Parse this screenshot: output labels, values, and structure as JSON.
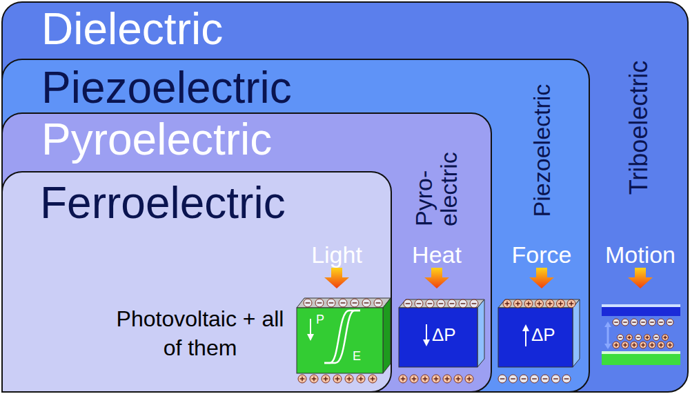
{
  "diagram": {
    "nodes": [
      {
        "text": [
          "Dielectric",
          "Triboelectric"
        ]
      },
      {
        "text": [
          "Piezoelectric",
          "Piezoelectric"
        ],
        "in": 0
      },
      {
        "text": [
          "Pyroelectric",
          "Pyro- electric"
        ],
        "in": 1
      },
      {
        "text": [
          "Ferroelectric"
        ],
        "in": 2
      }
    ],
    "labels": [
      "Light",
      "Heat",
      "Force",
      "Motion",
      "Photovoltaic + all of them",
      "P",
      "E",
      "ΔP",
      "ΔP"
    ]
  }
}
